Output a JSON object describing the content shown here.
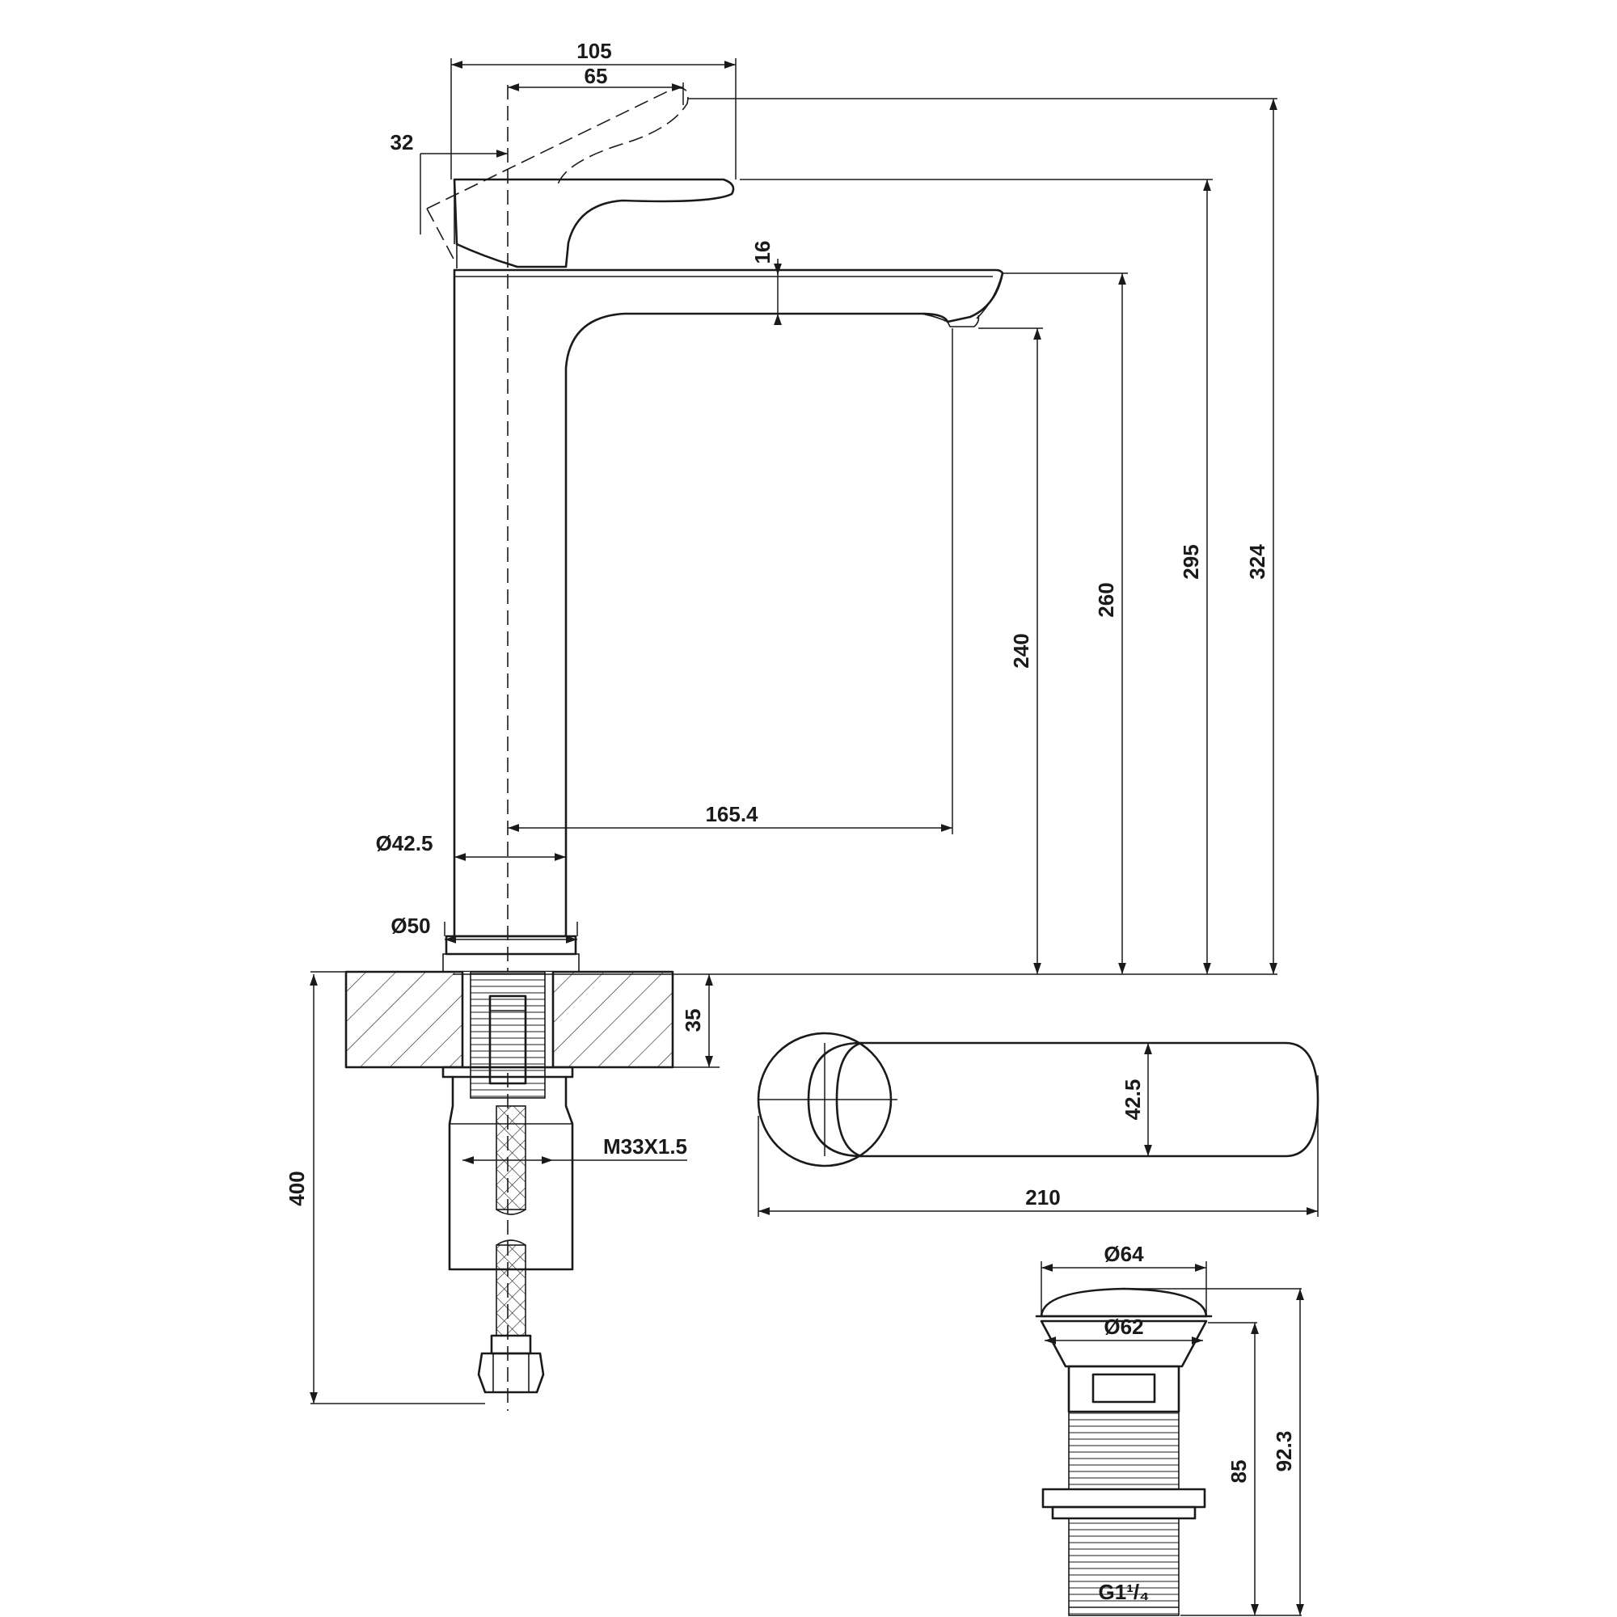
{
  "colors": {
    "line": "#1a1a1a",
    "background": "#ffffff"
  },
  "dimensions": {
    "handle_width": "105",
    "handle_offset": "65",
    "handle_back": "32",
    "spout_thickness": "16",
    "spout_reach": "165.4",
    "body_diameter": "Ø42.5",
    "base_diameter": "Ø50",
    "height_outlet": "240",
    "height_spout": "260",
    "height_body": "295",
    "height_total": "324",
    "counter_thickness": "35",
    "hose_length": "400",
    "thread": "M33X1.5",
    "top_view_width": "42.5",
    "top_view_length": "210",
    "waste_cap_diameter": "Ø64",
    "waste_flange_diameter": "Ø62",
    "waste_height": "85",
    "waste_total_height": "92.3",
    "waste_thread": "G1¹/₄"
  }
}
